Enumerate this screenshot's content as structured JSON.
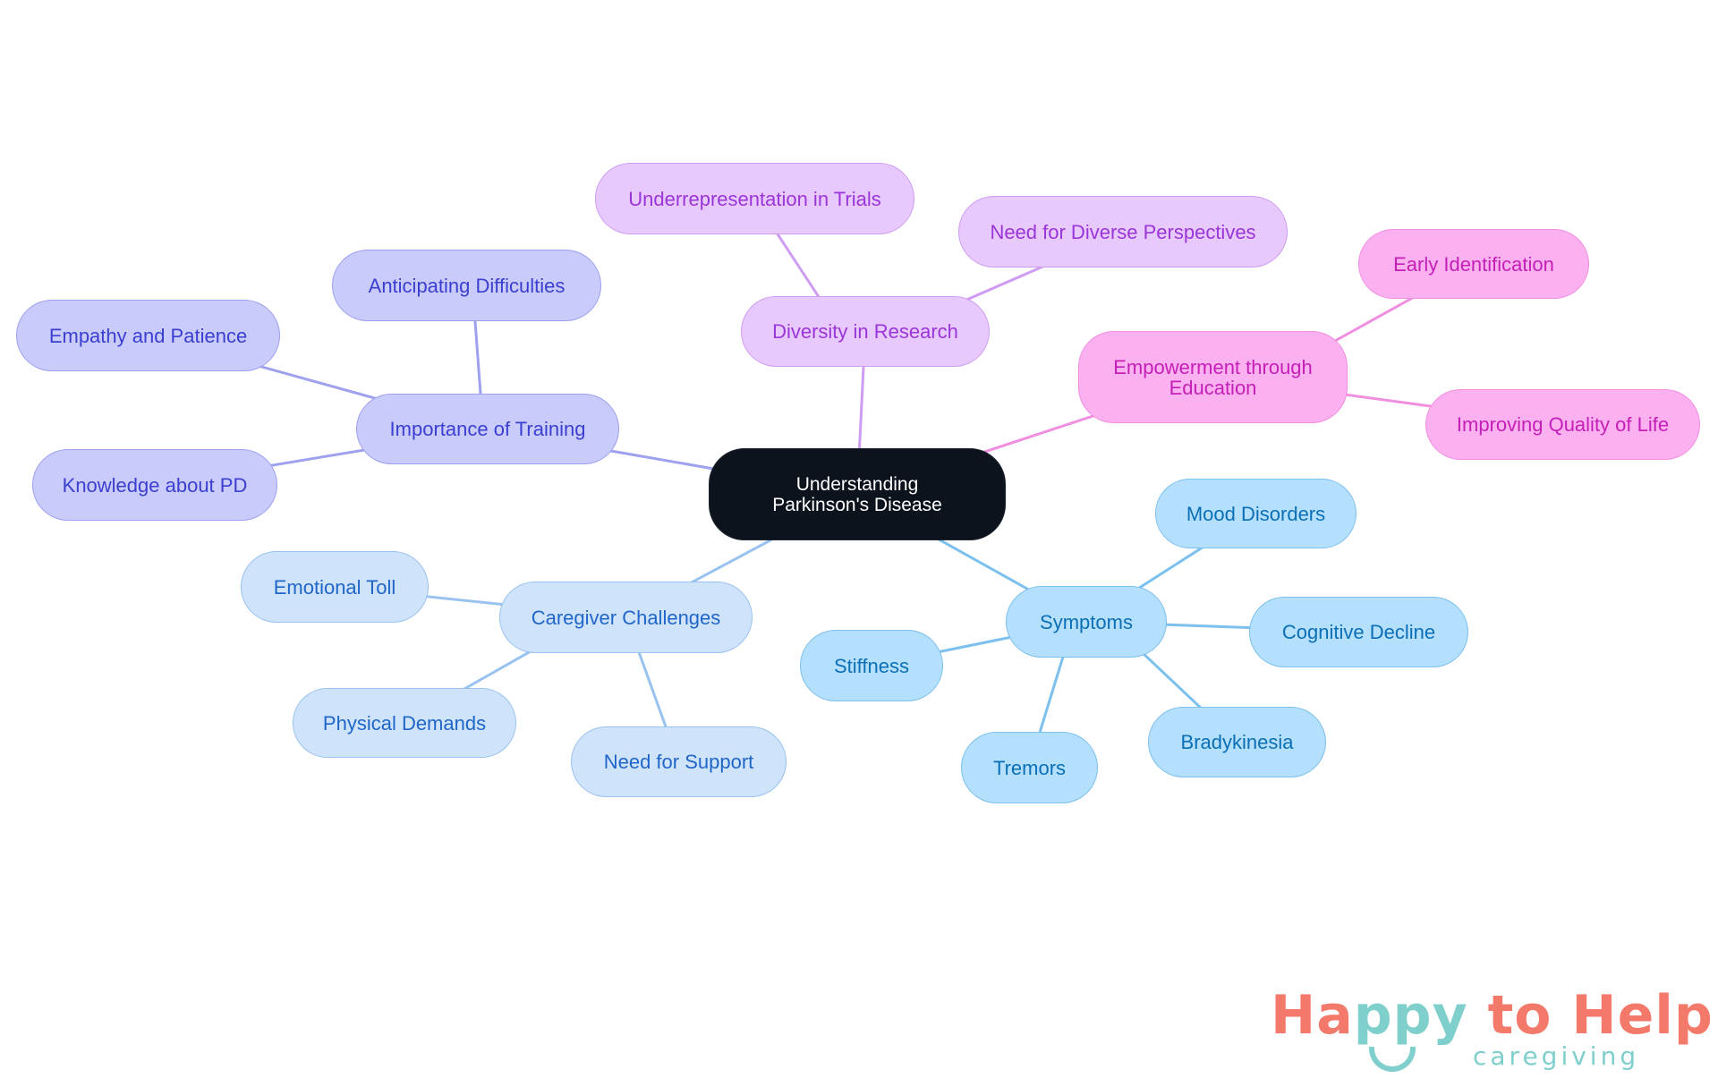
{
  "diagram": {
    "type": "mind-map",
    "root": {
      "id": "root",
      "label": "Understanding Parkinson's Disease"
    },
    "branches": [
      {
        "id": "training",
        "label": "Importance of Training",
        "color": "#c9cbfb",
        "children": [
          {
            "id": "anticipating",
            "label": "Anticipating Difficulties"
          },
          {
            "id": "empathy",
            "label": "Empathy and Patience"
          },
          {
            "id": "knowledge",
            "label": "Knowledge about PD"
          }
        ]
      },
      {
        "id": "diversity",
        "label": "Diversity in Research",
        "color": "#e8c9fd",
        "children": [
          {
            "id": "underrep",
            "label": "Underrepresentation in Trials"
          },
          {
            "id": "needdiverse",
            "label": "Need for Diverse Perspectives"
          }
        ]
      },
      {
        "id": "empowerment",
        "label": "Empowerment through Education",
        "color": "#fbb0f0",
        "children": [
          {
            "id": "early",
            "label": "Early Identification"
          },
          {
            "id": "improving",
            "label": "Improving Quality of Life"
          }
        ]
      },
      {
        "id": "symptoms",
        "label": "Symptoms",
        "color": "#b4dffd",
        "children": [
          {
            "id": "mood",
            "label": "Mood Disorders"
          },
          {
            "id": "cognitive",
            "label": "Cognitive Decline"
          },
          {
            "id": "stiffness",
            "label": "Stiffness"
          },
          {
            "id": "tremors",
            "label": "Tremors"
          },
          {
            "id": "bradykinesia",
            "label": "Bradykinesia"
          }
        ]
      },
      {
        "id": "caregiver",
        "label": "Caregiver Challenges",
        "color": "#cfe3fb",
        "children": [
          {
            "id": "emotional",
            "label": "Emotional Toll"
          },
          {
            "id": "physical",
            "label": "Physical Demands"
          },
          {
            "id": "support",
            "label": "Need for Support"
          }
        ]
      }
    ]
  },
  "labels": {
    "root": "Understanding Parkinson's Disease",
    "training": "Importance of Training",
    "anticipating": "Anticipating Difficulties",
    "empathy": "Empathy and Patience",
    "knowledge": "Knowledge about PD",
    "diversity": "Diversity in Research",
    "underrep": "Underrepresentation in Trials",
    "needdiverse": "Need for Diverse Perspectives",
    "empowerment": "Empowerment through Education",
    "early": "Early Identification",
    "improving": "Improving Quality of Life",
    "symptoms": "Symptoms",
    "mood": "Mood Disorders",
    "cognitive": "Cognitive Decline",
    "stiffness": "Stiffness",
    "tremors": "Tremors",
    "bradykinesia": "Bradykinesia",
    "caregiver": "Caregiver Challenges",
    "emotional": "Emotional Toll",
    "physical": "Physical Demands",
    "support": "Need for Support"
  },
  "logo": {
    "part1": "Ha",
    "part2": "ppy",
    "part3": " to Help",
    "sub": "caregiving",
    "color_primary": "#f37a6b",
    "color_secondary": "#7fcfcd"
  },
  "colors": {
    "root_fill": "#0d131c",
    "training_edge": "#9ea0f0",
    "diversity_edge": "#cf9cf3",
    "empowerment_edge": "#f08fe0",
    "symptoms_edge": "#7cc0ee",
    "caregiver_edge": "#98c2ef"
  }
}
